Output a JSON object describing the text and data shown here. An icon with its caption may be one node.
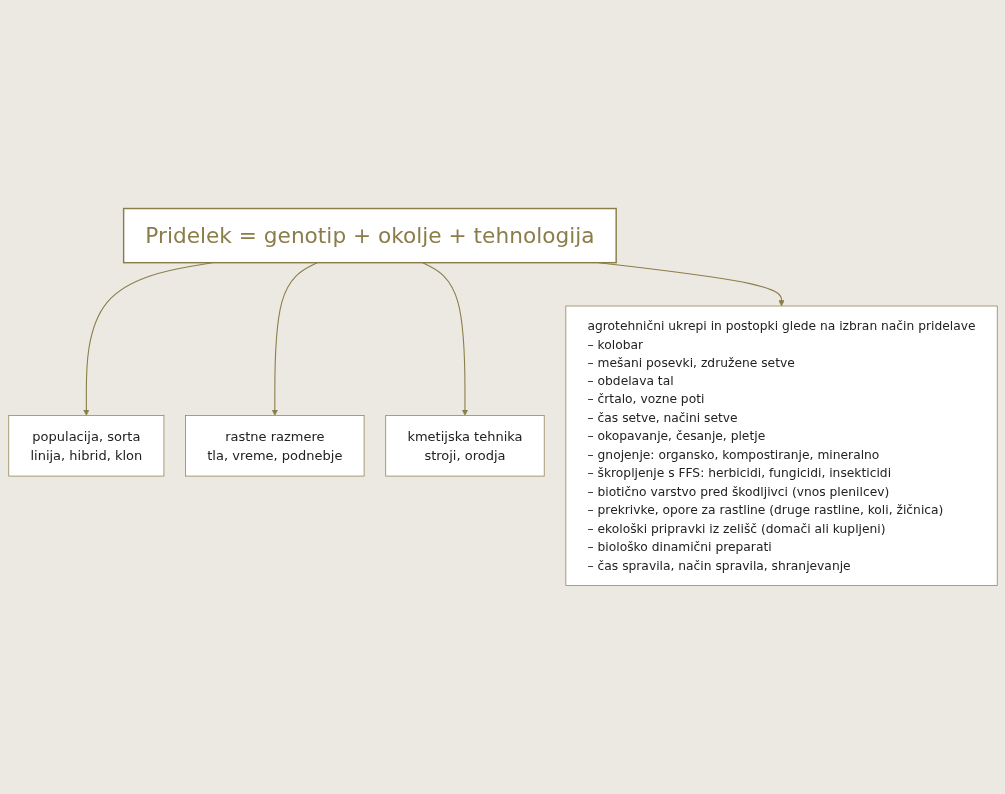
{
  "diagram": {
    "nodes": [
      {
        "text": [
          "Pridelek = genotip + okolje + tehnologija"
        ]
      },
      {
        "text": [
          "populacija, sorta",
          "linija, hibrid, klon"
        ]
      },
      {
        "text": [
          "rastne razmere",
          "tla, vreme, podnebje"
        ]
      },
      {
        "text": [
          "kmetijska tehnika",
          "stroji, orodja"
        ]
      },
      {
        "text": [
          "agrotehnični ukrepi in postopki glede na izbran način pridelave",
          "– kolobar",
          "– mešani posevki, združene setve",
          "– obdelava tal",
          "– črtalo, vozne poti",
          "– čas setve, načini setve",
          "– okopavanje, česanje, pletje",
          "– gnojenje: organsko, kompostiranje, mineralno",
          "– škropljenje s FFS: herbicidi, fungicidi, insekticidi",
          "– biotično varstvo pred škodljivci (vnos plenilcev)",
          "– prekrivke, opore za rastline (druge rastline, koli, žičnica)",
          "– ekološki pripravki iz zelišč (domači ali kupljeni)",
          "– biološko dinamični preparati",
          "– čas spravila, način spravila, shranjevanje"
        ]
      }
    ],
    "edges": [
      {
        "from": 0,
        "to": 1,
        "arrow": "to"
      },
      {
        "from": 0,
        "to": 2,
        "arrow": "to"
      },
      {
        "from": 0,
        "to": 3,
        "arrow": "to"
      },
      {
        "from": 0,
        "to": 4,
        "arrow": "to"
      }
    ]
  }
}
